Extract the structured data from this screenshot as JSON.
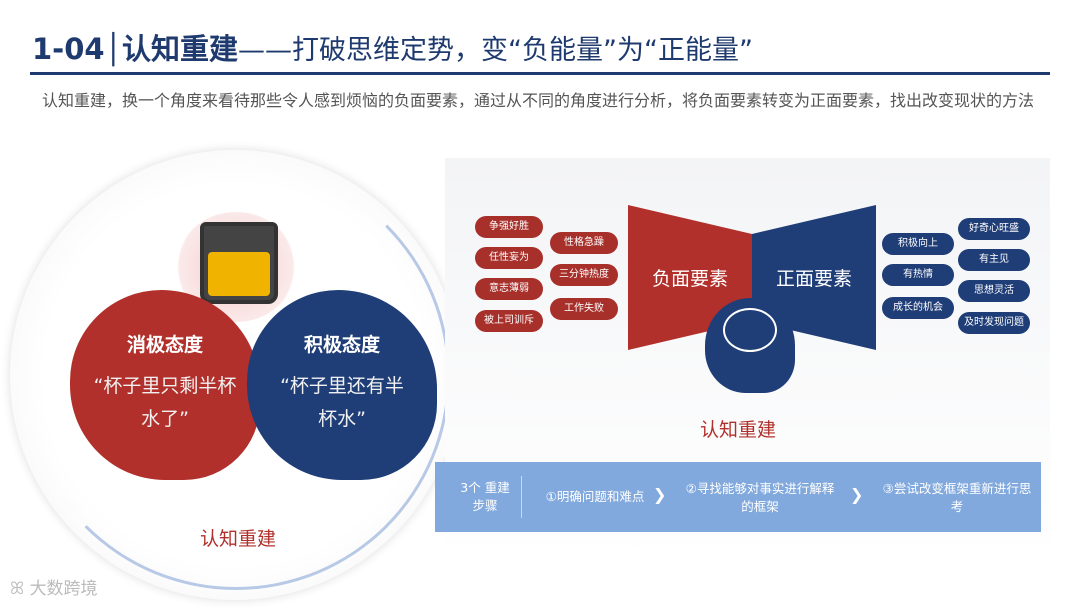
{
  "header": {
    "title_main": "1-04│认知重建",
    "title_sub": "——打破思维定势，变“负能量”为“正能量”"
  },
  "description": "认知重建，换一个角度来看待那些令人感到烦恼的负面要素，通过从不同的角度进行分析，将负面要素转变为正面要素，找出改变现状的方法",
  "left": {
    "negative": {
      "title": "消极态度",
      "quote": "“杯子里只剩半杯水了”"
    },
    "positive": {
      "title": "积极态度",
      "quote": "“杯子里还有半杯水”"
    },
    "label": "认知重建"
  },
  "right": {
    "negative_label": "负面要素",
    "positive_label": "正面要素",
    "center_label": "认知重建",
    "negative_items": [
      "争强好胜",
      "任性妄为",
      "意志薄弱",
      "被上司训斥",
      "性格急躁",
      "三分钟热度",
      "工作失败"
    ],
    "positive_items": [
      "积极向上",
      "有热情",
      "成长的机会",
      "好奇心旺盛",
      "有主见",
      "思想灵活",
      "及时发现问题"
    ]
  },
  "steps": {
    "heading": "3个 重建步骤",
    "items": [
      "①明确问题和难点",
      "②寻找能够对事实进行解释的框架",
      "③尝试改变框架重新进行思考"
    ],
    "sep": "❯"
  },
  "watermark": "大数跨境",
  "colors": {
    "red": "#b2302b",
    "navy": "#1f3d77",
    "step_bar": "#82a9dd"
  }
}
